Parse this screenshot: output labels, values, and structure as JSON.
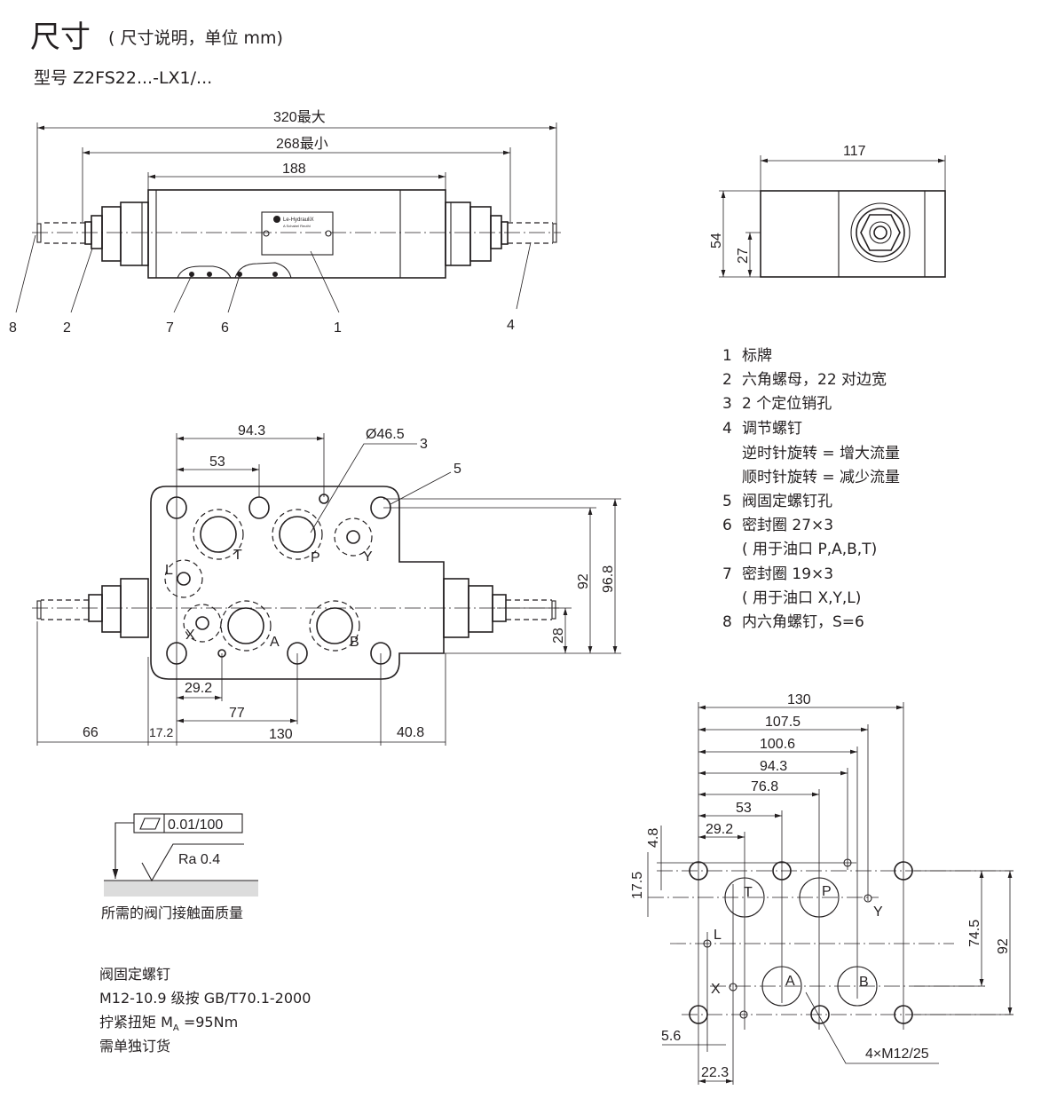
{
  "header": {
    "title": "尺寸",
    "subtitle": "( 尺寸说明，单位 mm)",
    "model": "型号 Z2FS22...-LX1/..."
  },
  "top_view": {
    "dims": {
      "max": "320最大",
      "min": "268最小",
      "body": "188"
    },
    "callouts": [
      "8",
      "2",
      "7",
      "6",
      "1",
      "4"
    ],
    "nameplate": {
      "brand": "Le-HydrauliX",
      "sub": "A Schabel Reuthl"
    }
  },
  "side_view": {
    "dims": {
      "width": "117",
      "height": "54",
      "center": "27"
    }
  },
  "legend": [
    {
      "n": "1",
      "text": "标牌"
    },
    {
      "n": "2",
      "text": "六角螺母，22 对边宽"
    },
    {
      "n": "3",
      "text": "2 个定位销孔"
    },
    {
      "n": "4",
      "text": "调节螺钉"
    },
    {
      "n": "",
      "text": "逆时针旋转 = 增大流量"
    },
    {
      "n": "",
      "text": "顺时针旋转 = 减少流量"
    },
    {
      "n": "5",
      "text": "阀固定螺钉孔"
    },
    {
      "n": "6",
      "text": "密封圈 27×3"
    },
    {
      "n": "",
      "text": "( 用于油口 P,A,B,T)"
    },
    {
      "n": "7",
      "text": "密封圈 19×3"
    },
    {
      "n": "",
      "text": "( 用于油口 X,Y,L)"
    },
    {
      "n": "8",
      "text": "内六角螺钉，S=6"
    }
  ],
  "bottom_view": {
    "dims": {
      "d94_3": "94.3",
      "d53": "53",
      "dia": "Ø46.5",
      "c3": "3",
      "c5": "5",
      "d92": "92",
      "d96_8": "96.8",
      "d28": "28",
      "d29_2": "29.2",
      "d77": "77",
      "d66": "66",
      "d17_2": "17.2",
      "d130": "130",
      "d40_8": "40.8"
    },
    "ports": {
      "T": "T",
      "P": "P",
      "Y": "Y",
      "L": "L",
      "X": "X",
      "A": "A",
      "B": "B"
    }
  },
  "surface": {
    "flatness": "0.01/100",
    "roughness": "Ra 0.4",
    "caption": "所需的阀门接触面质量"
  },
  "screw_note": [
    "阀固定螺钉",
    "M12-10.9 级按 GB/T70.1-2000",
    "拧紧扭矩 M",
    "A",
    " =95Nm",
    "需单独订货"
  ],
  "pattern": {
    "dims": {
      "d130": "130",
      "d107_5": "107.5",
      "d100_6": "100.6",
      "d94_3": "94.3",
      "d76_8": "76.8",
      "d53": "53",
      "d29_2": "29.2",
      "d4_8": "4.8",
      "d17_5": "17.5",
      "d74_5": "74.5",
      "d92": "92",
      "d5_6": "5.6",
      "d22_3": "22.3",
      "thread": "4×M12/25"
    },
    "ports": {
      "T": "T",
      "P": "P",
      "Y": "Y",
      "L": "L",
      "X": "X",
      "A": "A",
      "B": "B"
    }
  }
}
